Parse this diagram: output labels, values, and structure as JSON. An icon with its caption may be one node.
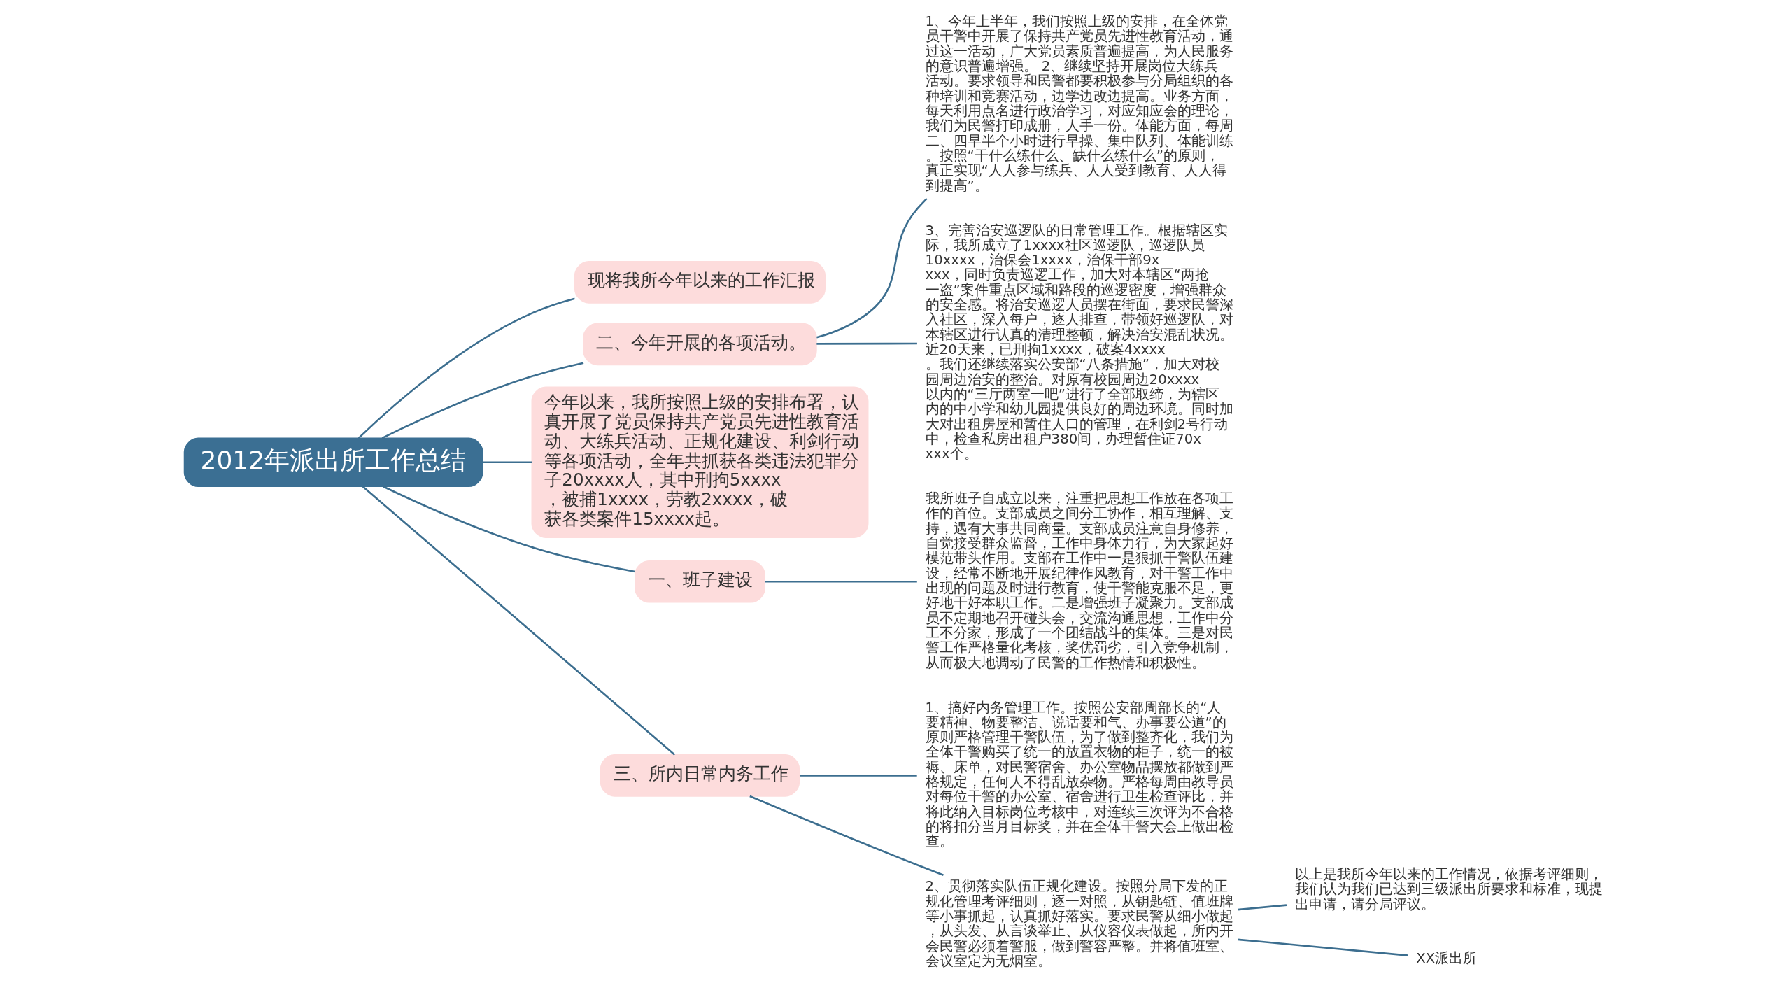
{
  "diagram": {
    "nodes": [
      {
        "text": [
          "2012年派出所工作总结"
        ]
      },
      {
        "text": [
          "现将我所今年以来的工作汇报"
        ]
      },
      {
        "text": [
          "二、今年开展的各项活动。"
        ]
      },
      {
        "text": [
          "1、今年上半年，我们按照上级的安排，在全体党员干警中开展了保持共产党员先进性教育活动，通过这一活动，广大党员素质普遍提高，为人民服务的意识普遍增强。 2、继续坚持开展岗位大练兵活动。要求领导和民警都要积极参与分局组织的各种培训和竞赛活动，边学边改边提高。业务方面，每天利用点名进行政治学习，对应知应会的理论，我们为民警打印成册，人手一份。体能方面，每周二、四早半个小时进行早操、集中队列、体能训练。按照“干什么练什么、缺什么练什么”的原则，真正实现“人人参与练兵、人人受到教育、人人得到提高”。"
        ]
      },
      {
        "text": [
          "3、完善治安巡逻队的日常管理工作。根据辖区实际，我所成立了1xxxx社区巡逻队，巡逻队员10xxxx，治保会1xxxx，治保干部9xxxx，同时负责巡逻工作，加大对本辖区“两抢一盗”案件重点区域和路段的巡逻密度，增强群众的安全感。将治安巡逻人员摆在街面，要求民警深入社区，深入每户，逐人排查，带领好巡逻队，对本辖区进行认真的清理整顿，解决治安混乱状况。近20天来，已刑拘1xxxx，破案4xxxx。我们还继续落实公安部“八条措施”，加大对校园周边治安的整治。对原有校园周边20xxxx以内的“三厅两室一吧”进行了全部取缔，为辖区内的中小学和幼儿园提供良好的周边环境。同时加大对出租房屋和暂住人口的管理，在利剑2号行动中，检查私房出租户380间，办理暂住证70xxxx个。"
        ]
      },
      {
        "text": [
          "今年以来，我所按照上级的安排布署，认真开展了党员保持共产党员先进性教育活动、大练兵活动、正规化建设、利剑行动等各项活动，全年共抓获各类违法犯罪分子20xxxx人，其中刑拘5xxxx，被捕1xxxx，劳教2xxxx，破获各类案件15xxxx起。"
        ]
      },
      {
        "text": [
          "一、班子建设"
        ]
      },
      {
        "text": [
          "我所班子自成立以来，注重把思想工作放在各项工作的首位。支部成员之间分工协作，相互理解、支持，遇有大事共同商量。支部成员注意自身修养，自觉接受群众监督，工作中身体力行，为大家起好模范带头作用。支部在工作中一是狠抓干警队伍建设，经常不断地开展纪律作风教育，对干警工作中出现的问题及时进行教育，使干警能克服不足，更好地干好本职工作。二是增强班子凝聚力。支部成员不定期地召开碰头会，交流沟通思想，工作中分工不分家，形成了一个团结战斗的集体。三是对民警工作严格量化考核，奖优罚劣，引入竞争机制，从而极大地调动了民警的工作热情和积极性。"
        ]
      },
      {
        "text": [
          "三、所内日常内务工作"
        ]
      },
      {
        "text": [
          "1、搞好内务管理工作。按照公安部周部长的“人要精神、物要整洁、说话要和气、办事要公道”的原则严格管理干警队伍，为了做到整齐化，我们为全体干警购买了统一的放置衣物的柜子，统一的被褥、床单，对民警宿舍、办公室物品摆放都做到严格规定，任何人不得乱放杂物。严格每周由教导员对每位干警的办公室、宿舍进行卫生检查评比，并将此纳入目标岗位考核中，对连续三次评为不合格的将扣分当月目标奖，并在全体干警大会上做出检查。"
        ]
      },
      {
        "text": [
          "2、贯彻落实队伍正规化建设。按照分局下发的正规化管理考评细则，逐一对照，从钥匙链、值班牌等小事抓起，认真抓好落实。要求民警从细小做起，从头发、从言谈举止、从仪容仪表做起，所内开会民警必须着警服，做到警容严整。并将值班室、会议室定为无烟室。"
        ]
      },
      {
        "text": [
          "以上是我所今年以来的工作情况，依据考评细则，我们认为我们已达到三级派出所要求和标准，现提出申请，请分局评议。"
        ]
      },
      {
        "text": [
          "XX派出所"
        ]
      }
    ],
    "edges": [
      {
        "from": 0,
        "to": 1,
        "arrow": "none"
      },
      {
        "from": 0,
        "to": 2,
        "arrow": "none"
      },
      {
        "from": 2,
        "to": 3,
        "arrow": "none"
      },
      {
        "from": 2,
        "to": 4,
        "arrow": "none"
      },
      {
        "from": 0,
        "to": 5,
        "arrow": "none"
      },
      {
        "from": 0,
        "to": 6,
        "arrow": "none"
      },
      {
        "from": 6,
        "to": 7,
        "arrow": "none"
      },
      {
        "from": 0,
        "to": 8,
        "arrow": "none"
      },
      {
        "from": 8,
        "to": 9,
        "arrow": "none"
      },
      {
        "from": 8,
        "to": 10,
        "arrow": "none"
      },
      {
        "from": 10,
        "to": 11,
        "arrow": "none"
      },
      {
        "from": 10,
        "to": 12,
        "arrow": "none"
      }
    ]
  }
}
